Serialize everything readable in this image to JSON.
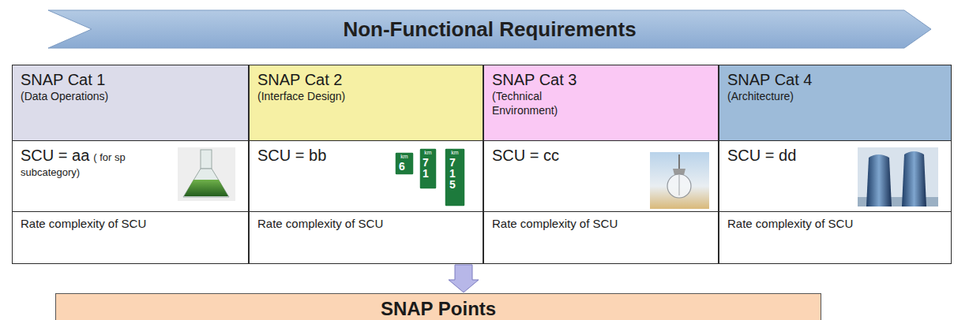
{
  "diagram": {
    "nodes": [
      {
        "text": [
          "Non-Functional Requirements"
        ]
      },
      {
        "text": [
          "SNAP Cat 1",
          "(Data Operations)"
        ]
      },
      {
        "text": [
          "SNAP Cat 2",
          "(Interface Design)"
        ]
      },
      {
        "text": [
          "SNAP Cat 3",
          "(Technical Environment)"
        ]
      },
      {
        "text": [
          "SNAP Cat 4",
          "(Architecture)"
        ]
      },
      {
        "text": [
          "SCU = aa",
          "( for sp subcategory)"
        ]
      },
      {
        "text": [
          "SCU = bb"
        ]
      },
      {
        "text": [
          "SCU = cc"
        ]
      },
      {
        "text": [
          "SCU = dd"
        ]
      },
      {
        "text": [
          "Rate complexity of SCU"
        ]
      },
      {
        "text": [
          "Rate complexity of SCU"
        ]
      },
      {
        "text": [
          "Rate complexity of SCU"
        ]
      },
      {
        "text": [
          "Rate complexity of SCU"
        ]
      },
      {
        "text": [
          "SNAP Points"
        ]
      }
    ],
    "edges": [
      {
        "from": 10,
        "to": 13,
        "arrow": "to"
      }
    ],
    "labels": [
      "km",
      "6",
      "km",
      "71",
      "km",
      "715"
    ]
  }
}
